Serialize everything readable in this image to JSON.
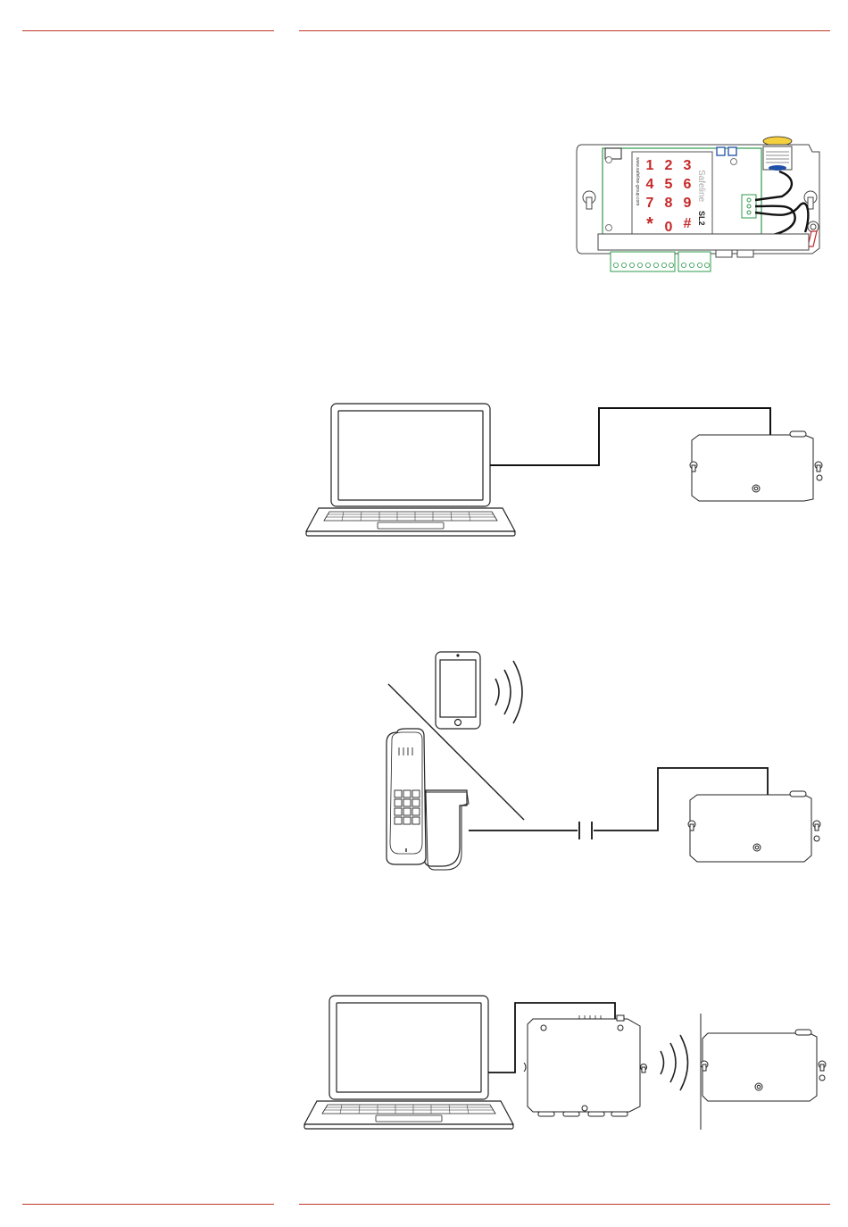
{
  "panel": {
    "keys": [
      "1",
      "2",
      "3",
      "4",
      "5",
      "6",
      "7",
      "8",
      "9",
      "*",
      "0",
      "#"
    ],
    "brand": "Safeline",
    "model": "SL2",
    "website": "www.safeline-group.com"
  },
  "colors": {
    "rule": "#c0392b",
    "keys": "#c62828",
    "pcb": "#2e9b4e",
    "line": "#111111"
  },
  "icons": [
    "laptop-icon",
    "lift-unit-icon",
    "smartphone-icon",
    "telephone-icon",
    "wireless-signal-icon",
    "gsm-unit-icon"
  ]
}
